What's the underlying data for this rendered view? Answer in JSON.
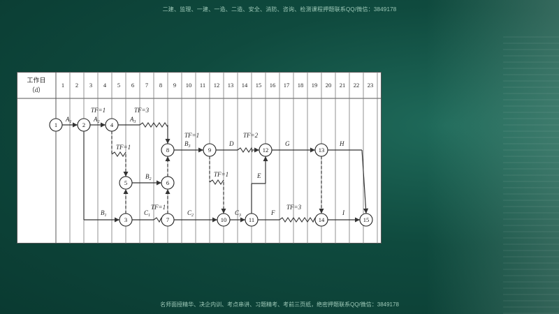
{
  "header_text": "二建、监理、一建、一造、二造、安全、消防、咨询、检测课程押题联系QQ/微信：3849178",
  "footer_text": "名师面授精华、决企内训、考点串讲、习题精考、考前三页纸，绝密押题联系QQ/微信：3849178",
  "timeline": {
    "header_label_line1": "工作日",
    "header_label_line2": "（d）",
    "days": [
      "1",
      "2",
      "3",
      "4",
      "5",
      "6",
      "7",
      "8",
      "9",
      "10",
      "11",
      "12",
      "13",
      "14",
      "15",
      "16",
      "17",
      "18",
      "19",
      "20",
      "21",
      "22",
      "23"
    ]
  },
  "nodes": [
    {
      "id": "1",
      "label": "1"
    },
    {
      "id": "2",
      "label": "2"
    },
    {
      "id": "4",
      "label": "4"
    },
    {
      "id": "8",
      "label": "8"
    },
    {
      "id": "9",
      "label": "9"
    },
    {
      "id": "12",
      "label": "12"
    },
    {
      "id": "13",
      "label": "13"
    },
    {
      "id": "5",
      "label": "5"
    },
    {
      "id": "6",
      "label": "6"
    },
    {
      "id": "3",
      "label": "3"
    },
    {
      "id": "7",
      "label": "7"
    },
    {
      "id": "10",
      "label": "10"
    },
    {
      "id": "11",
      "label": "11"
    },
    {
      "id": "14",
      "label": "14"
    },
    {
      "id": "15",
      "label": "15"
    }
  ],
  "activities": [
    {
      "name": "A1",
      "label": "A",
      "sub": "1",
      "from": "1",
      "to": "2"
    },
    {
      "name": "A2",
      "label": "A",
      "sub": "2",
      "from": "2",
      "to": "4",
      "tf": "TF=1"
    },
    {
      "name": "A3",
      "label": "A",
      "sub": "3",
      "from": "4",
      "to": "8",
      "tf": "TF=3"
    },
    {
      "name": "B3",
      "label": "B",
      "sub": "3",
      "from": "8",
      "to": "9",
      "tf": "TF=1"
    },
    {
      "name": "D",
      "label": "D",
      "sub": "",
      "from": "9",
      "to": "12",
      "tf": "TF=2"
    },
    {
      "name": "G",
      "label": "G",
      "sub": "",
      "from": "12",
      "to": "13"
    },
    {
      "name": "H",
      "label": "H",
      "sub": "",
      "from": "13",
      "to": "15"
    },
    {
      "name": "B2",
      "label": "B",
      "sub": "2",
      "from": "5",
      "to": "6"
    },
    {
      "name": "B1",
      "label": "B",
      "sub": "1",
      "from": "2",
      "to": "3"
    },
    {
      "name": "C1",
      "label": "C",
      "sub": "1",
      "from": "3",
      "to": "7",
      "tf": "TF=1"
    },
    {
      "name": "C2",
      "label": "C",
      "sub": "2",
      "from": "7",
      "to": "10"
    },
    {
      "name": "C3",
      "label": "C",
      "sub": "3",
      "from": "10",
      "to": "11"
    },
    {
      "name": "F",
      "label": "F",
      "sub": "",
      "from": "11",
      "to": "14",
      "tf": "TF=3"
    },
    {
      "name": "I",
      "label": "I",
      "sub": "",
      "from": "14",
      "to": "15"
    },
    {
      "name": "E",
      "label": "E",
      "sub": "",
      "from": "11",
      "to": "12"
    }
  ],
  "free_float_labels": [
    {
      "name": "tf-4-5",
      "text": "TF=1"
    },
    {
      "name": "tf-9-10",
      "text": "TF=1"
    }
  ]
}
